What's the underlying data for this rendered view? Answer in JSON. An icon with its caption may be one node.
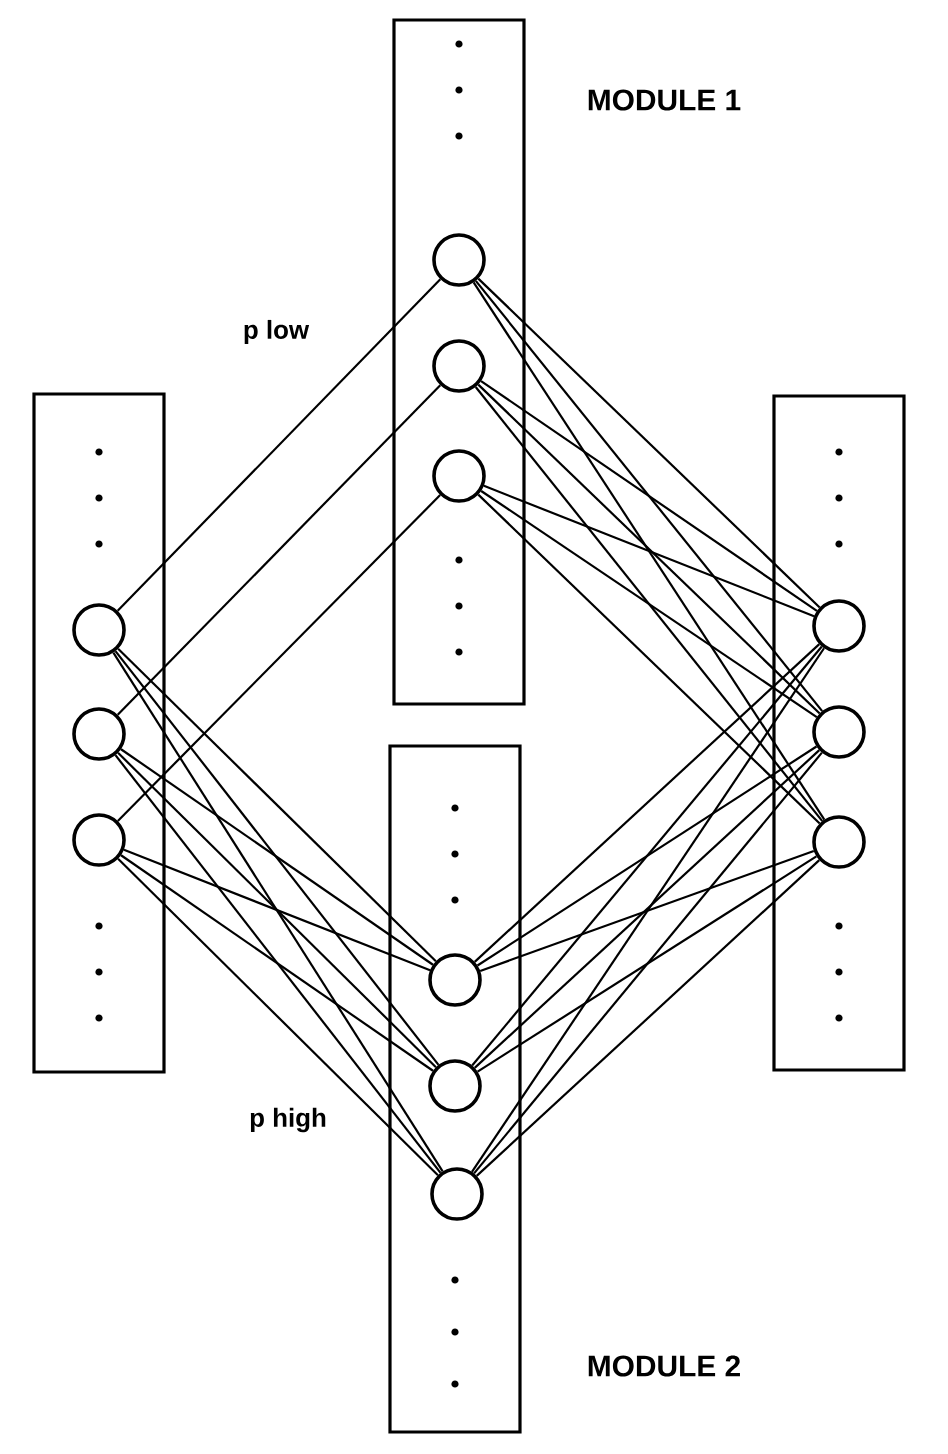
{
  "diagram": {
    "nodes": [
      {
        "text": [],
        "shape": "box"
      },
      {
        "text": [],
        "shape": "circle",
        "in": 0
      },
      {
        "text": [],
        "shape": "circle",
        "in": 0
      },
      {
        "text": [],
        "shape": "circle",
        "in": 0
      },
      {
        "text": [
          "MODULE 1"
        ]
      },
      {
        "text": [],
        "shape": "circle",
        "in": 4
      },
      {
        "text": [],
        "shape": "circle",
        "in": 4
      },
      {
        "text": [],
        "shape": "circle",
        "in": 4
      },
      {
        "text": [
          "MODULE 2"
        ]
      },
      {
        "text": [],
        "shape": "circle",
        "in": 8
      },
      {
        "text": [],
        "shape": "circle",
        "in": 8
      },
      {
        "text": [],
        "shape": "circle",
        "in": 8
      },
      {
        "text": [],
        "shape": "box"
      },
      {
        "text": [],
        "shape": "circle",
        "in": 12
      },
      {
        "text": [],
        "shape": "circle",
        "in": 12
      },
      {
        "text": [],
        "shape": "circle",
        "in": 12
      }
    ],
    "edges": [
      {
        "from": 1,
        "to": 5,
        "arrow": "none"
      },
      {
        "from": 2,
        "to": 6,
        "arrow": "none"
      },
      {
        "from": 3,
        "to": 7,
        "arrow": "none"
      },
      {
        "from": 1,
        "to": 9,
        "arrow": "none"
      },
      {
        "from": 1,
        "to": 10,
        "arrow": "none"
      },
      {
        "from": 1,
        "to": 11,
        "arrow": "none"
      },
      {
        "from": 2,
        "to": 9,
        "arrow": "none"
      },
      {
        "from": 2,
        "to": 10,
        "arrow": "none"
      },
      {
        "from": 2,
        "to": 11,
        "arrow": "none"
      },
      {
        "from": 3,
        "to": 9,
        "arrow": "none"
      },
      {
        "from": 3,
        "to": 10,
        "arrow": "none"
      },
      {
        "from": 3,
        "to": 11,
        "arrow": "none"
      },
      {
        "from": 5,
        "to": 13,
        "arrow": "none"
      },
      {
        "from": 5,
        "to": 14,
        "arrow": "none"
      },
      {
        "from": 5,
        "to": 15,
        "arrow": "none"
      },
      {
        "from": 6,
        "to": 13,
        "arrow": "none"
      },
      {
        "from": 6,
        "to": 14,
        "arrow": "none"
      },
      {
        "from": 6,
        "to": 15,
        "arrow": "none"
      },
      {
        "from": 7,
        "to": 13,
        "arrow": "none"
      },
      {
        "from": 7,
        "to": 14,
        "arrow": "none"
      },
      {
        "from": 7,
        "to": 15,
        "arrow": "none"
      },
      {
        "from": 9,
        "to": 13,
        "arrow": "none"
      },
      {
        "from": 9,
        "to": 14,
        "arrow": "none"
      },
      {
        "from": 9,
        "to": 15,
        "arrow": "none"
      },
      {
        "from": 10,
        "to": 13,
        "arrow": "none"
      },
      {
        "from": 10,
        "to": 14,
        "arrow": "none"
      },
      {
        "from": 10,
        "to": 15,
        "arrow": "none"
      },
      {
        "from": 11,
        "to": 13,
        "arrow": "none"
      },
      {
        "from": 11,
        "to": 14,
        "arrow": "none"
      },
      {
        "from": 11,
        "to": 15,
        "arrow": "none"
      }
    ],
    "labels": [
      "p low",
      "p high"
    ]
  }
}
